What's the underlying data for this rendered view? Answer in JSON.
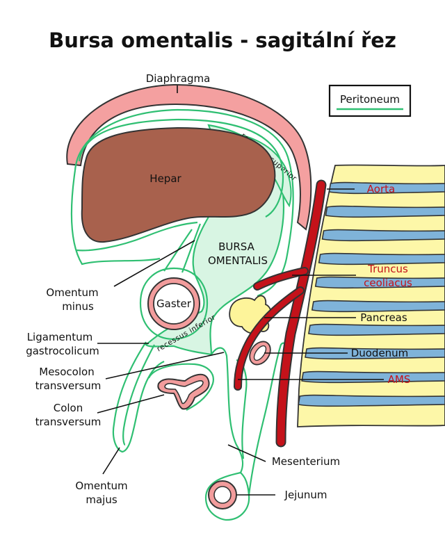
{
  "title": "Bursa omentalis - sagitální řez",
  "legend": {
    "label": "Peritoneum"
  },
  "colors": {
    "peritoneum": "#2fbf72",
    "bursa_fill": "#d8f5e3",
    "diaphragm": "#f4a0a0",
    "liver": "#a8614d",
    "artery": "#c4121a",
    "vertebra": "#fdf7a8",
    "pancreas": "#fdf49a",
    "gut_wall": "#f29c9c"
  },
  "labels": {
    "diaphragma": "Diaphragma",
    "hepar": "Hepar",
    "bursa_line1": "BURSA",
    "bursa_line2": "OMENTALIS",
    "gaster": "Gaster",
    "recessus_superior": "recessus superior",
    "recessus_inferior": "recessus inferior",
    "aorta": "Aorta",
    "truncus_line1": "Truncus",
    "truncus_line2": "ceoliacus",
    "pancreas": "Pancreas",
    "duodenum": "Duodenum",
    "ams": "AMS",
    "mesenterium": "Mesenterium",
    "jejunum": "Jejunum",
    "omentum_minus_line1": "Omentum",
    "omentum_minus_line2": "minus",
    "lig_line1": "Ligamentum",
    "lig_line2": "gastrocolicum",
    "mesocolon_line1": "Mesocolon",
    "mesocolon_line2": "transversum",
    "colon_line1": "Colon",
    "colon_line2": "transversum",
    "omentum_majus_line1": "Omentum",
    "omentum_majus_line2": "majus"
  }
}
